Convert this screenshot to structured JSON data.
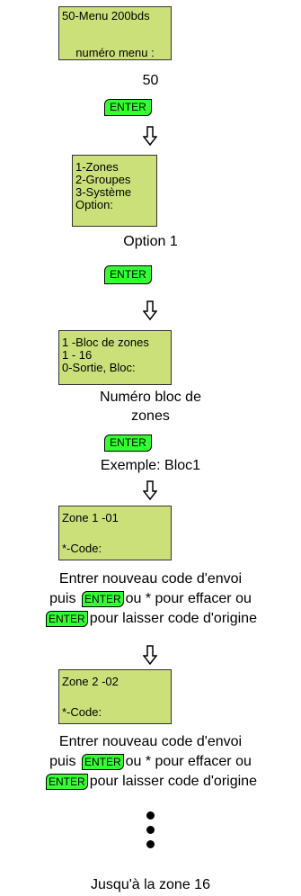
{
  "box1": {
    "line1": "50-Menu 200bds",
    "line2": "numéro menu :"
  },
  "value1": "50",
  "enter_label": "ENTER",
  "box2": {
    "line1": "1-Zones",
    "line2": "2-Groupes",
    "line3": "3-Système",
    "line4": "Option:"
  },
  "option_text": "Option 1",
  "box3": {
    "line1": "1 -Bloc de zones",
    "line2": "1 - 16",
    "line3": "0-Sortie, Bloc:"
  },
  "bloc_text_1": "Numéro bloc de",
  "bloc_text_2": "zones",
  "exemple_text": "Exemple: Bloc1",
  "box4": {
    "line1": "Zone 1 -01",
    "line2": "*-Code:"
  },
  "para1": {
    "line1": "Entrer nouveau code d'envoi",
    "line2a": "puis",
    "line2b": "ou * pour effacer ou",
    "line3": "pour laisser code d'origine"
  },
  "box5": {
    "line1": "Zone 2 -02",
    "line2": "*-Code:"
  },
  "para2": {
    "line1": "Entrer nouveau code d'envoi",
    "line2a": "puis",
    "line2b": "ou * pour effacer ou",
    "line3": "pour laisser code d'origine"
  },
  "final_text": "Jusqu'à la zone 16",
  "colors": {
    "lcd": "#cce07a",
    "enter": "#33ff33"
  }
}
